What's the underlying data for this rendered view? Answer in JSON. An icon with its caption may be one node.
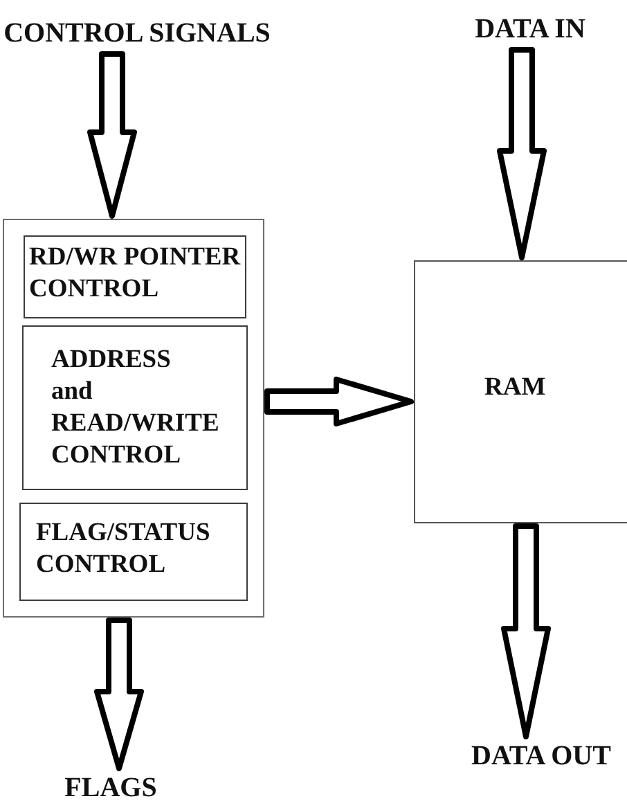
{
  "diagram": {
    "nodes": [
      {
        "text": [
          "CONTROL SIGNALS"
        ]
      },
      {
        "text": [
          "DATA IN"
        ]
      },
      {
        "text": [],
        "shape": "box"
      },
      {
        "text": [
          "RD/WR POINTER CONTROL"
        ],
        "in": 2
      },
      {
        "text": [
          "ADDRESS and READ/WRITE CONTROL"
        ],
        "in": 2
      },
      {
        "text": [
          "FLAG/STATUS CONTROL"
        ],
        "in": 2
      },
      {
        "text": [
          "RAM"
        ]
      },
      {
        "text": [
          "FLAGS"
        ]
      },
      {
        "text": [
          "DATA OUT"
        ]
      }
    ],
    "edges": [
      {
        "from": 0,
        "to": 2,
        "arrow": "to"
      },
      {
        "from": 1,
        "to": 6,
        "arrow": "to"
      },
      {
        "from": 2,
        "to": 6,
        "arrow": "to"
      },
      {
        "from": 2,
        "to": 7,
        "arrow": "to"
      },
      {
        "from": 6,
        "to": 8,
        "arrow": "to"
      }
    ]
  }
}
